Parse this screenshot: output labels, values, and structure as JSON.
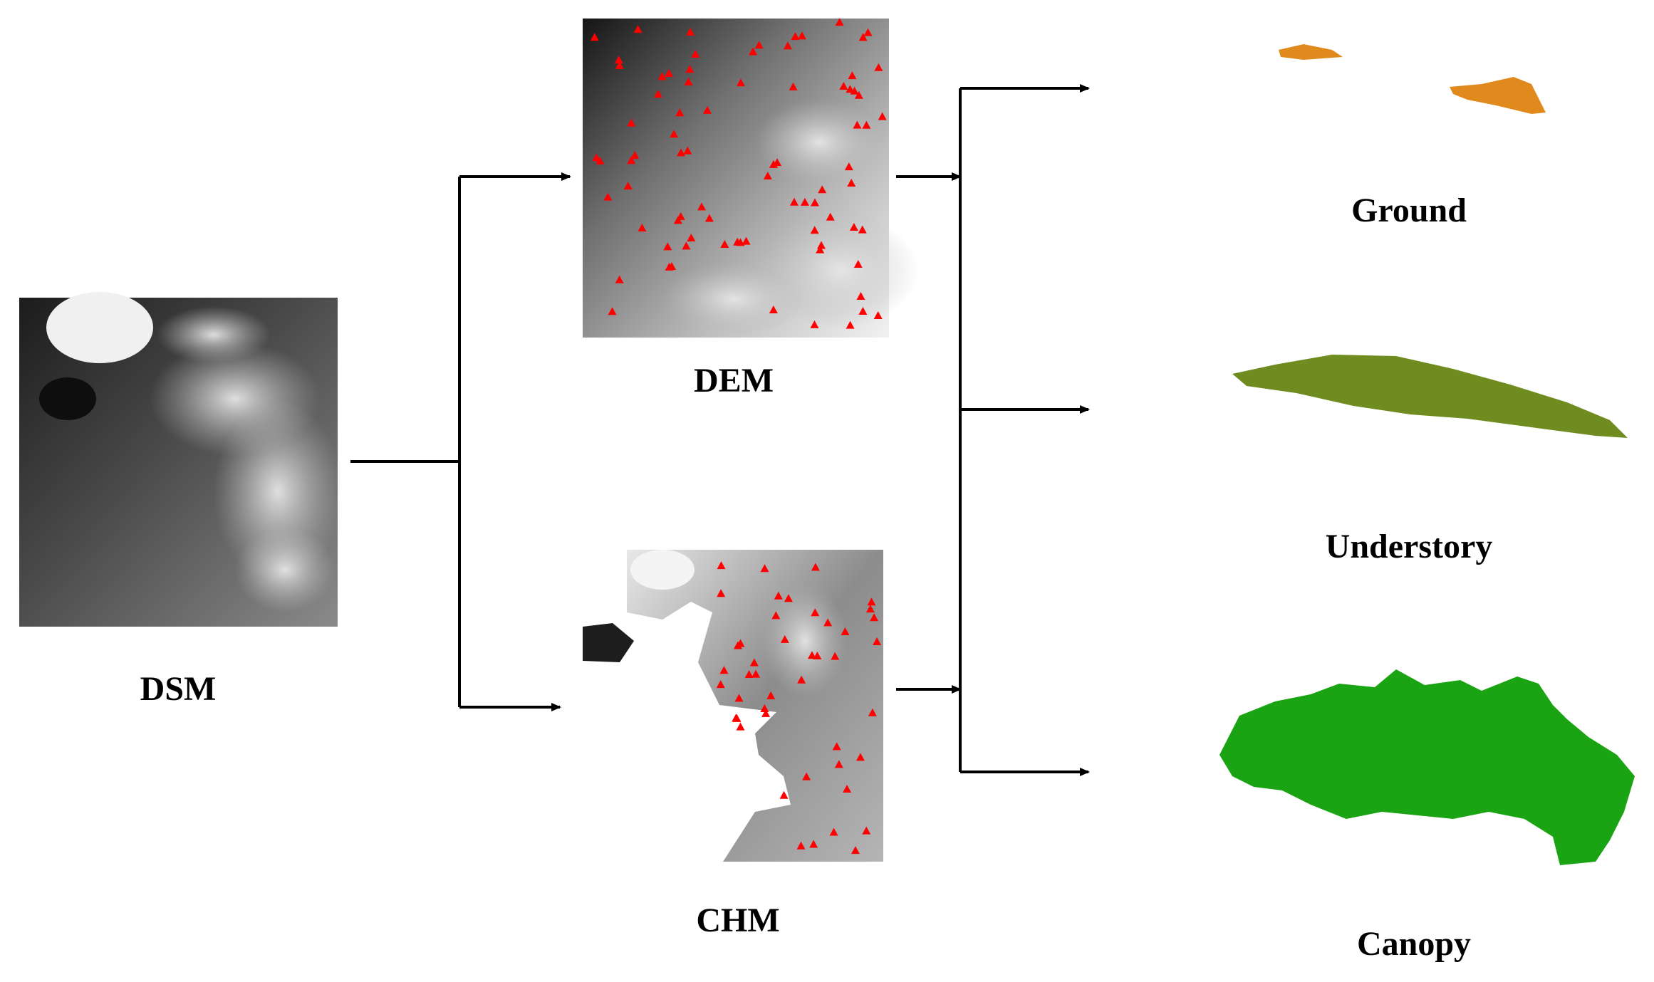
{
  "labels": {
    "dsm": "DSM",
    "dem": "DEM",
    "chm": "CHM",
    "ground": "Ground",
    "understory": "Understory",
    "canopy": "Canopy"
  },
  "colors": {
    "ground": "#e08a1e",
    "understory": "#6e8c1f",
    "canopy": "#1aa312",
    "marker": "#ff0000",
    "arrow": "#000000"
  },
  "icons": {
    "marker": "red-triangle"
  }
}
